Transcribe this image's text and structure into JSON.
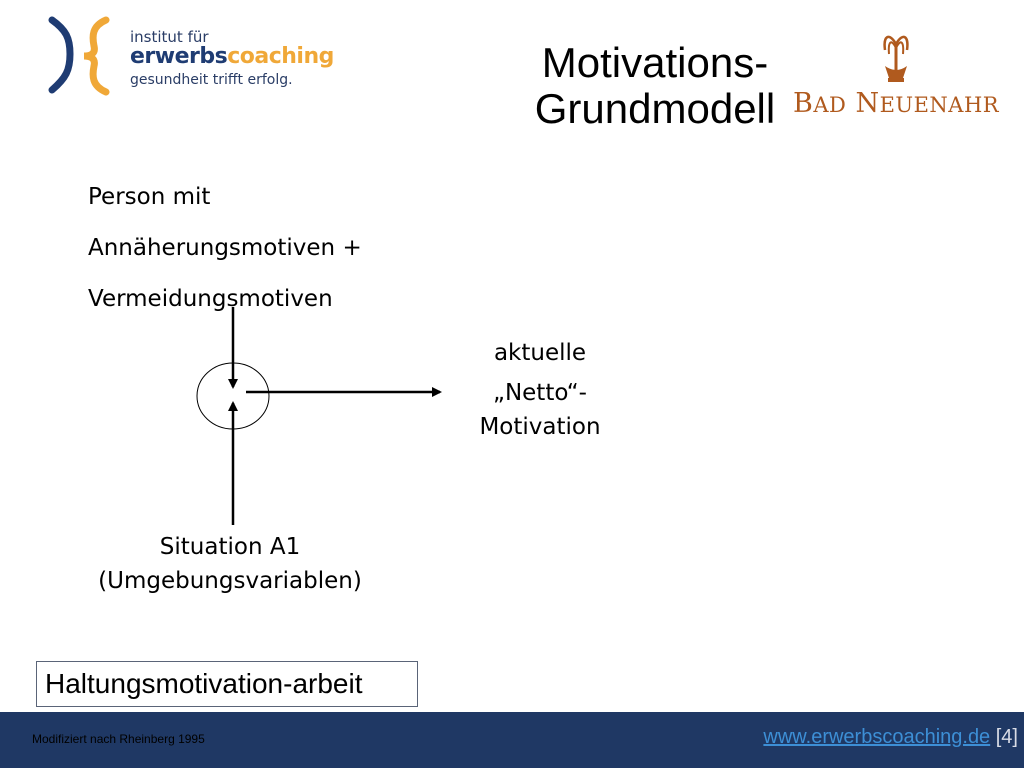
{
  "logo": {
    "line1": "institut für",
    "line2_part1": "erwerbs",
    "line2_part2": "coaching",
    "line3": "gesundheit trifft erfolg.",
    "colors": {
      "navy": "#1f3c73",
      "orange": "#f0a838"
    }
  },
  "title": {
    "line1": "Motivations-",
    "line2": "Grundmodell"
  },
  "brand": {
    "big_b": "B",
    "ad": "AD",
    "big_n": "N",
    "euenahr": "EUENAHR",
    "color": "#b05a1e"
  },
  "diagram": {
    "person": [
      "Person mit",
      "Annäherungsmotiven +",
      "Vermeidungsmotiven"
    ],
    "netto": [
      "aktuelle",
      "„Netto“-",
      "Motivation"
    ],
    "situation": [
      "Situation A1",
      "(Umgebungsvariablen)"
    ]
  },
  "boxed_label": "Haltungsmotivation-arbeit",
  "footer": {
    "source": "Modifiziert nach Rheinberg 1995",
    "url": "www.erwerbscoaching.de",
    "page": "[4]",
    "background": "#1f3864"
  }
}
